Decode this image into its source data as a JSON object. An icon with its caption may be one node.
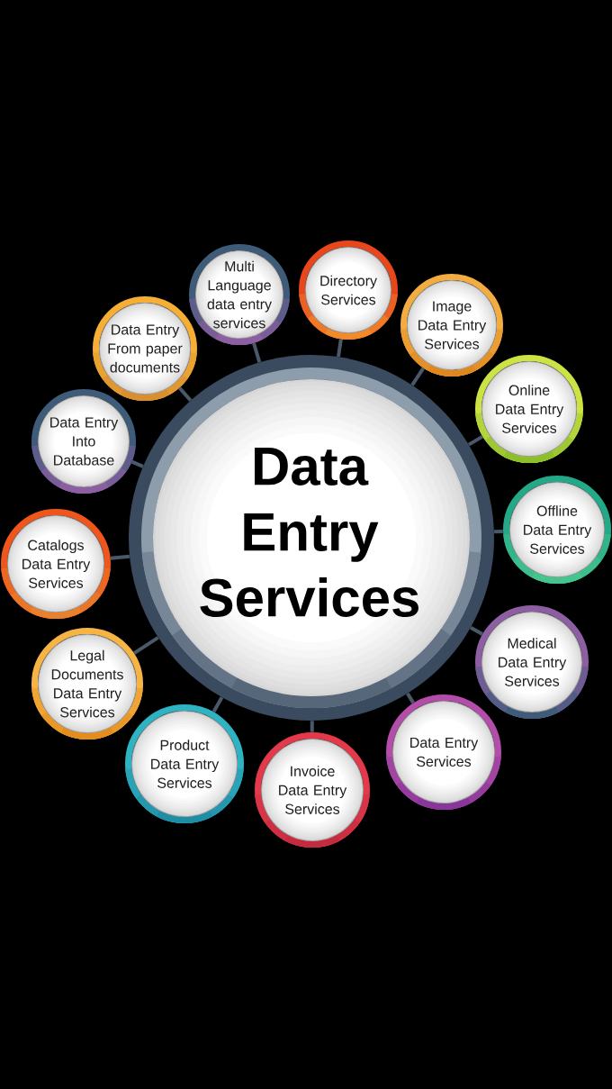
{
  "diagram": {
    "nodes": [
      {
        "text": [
          "Data Entry Services"
        ]
      },
      {
        "text": [
          "Multi Language data entry services"
        ]
      },
      {
        "text": [
          "Directory Services"
        ]
      },
      {
        "text": [
          "Image Data Entry Services"
        ]
      },
      {
        "text": [
          "Online Data Entry Services"
        ]
      },
      {
        "text": [
          "Offline Data Entry Services"
        ]
      },
      {
        "text": [
          "Medical Data Entry Services"
        ]
      },
      {
        "text": [
          "Data Entry Services"
        ]
      },
      {
        "text": [
          "Invoice Data Entry Services"
        ]
      },
      {
        "text": [
          "Product Data Entry Services"
        ]
      },
      {
        "text": [
          "Legal Documents Data Entry Services"
        ]
      },
      {
        "text": [
          "Catalogs Data Entry Services"
        ]
      },
      {
        "text": [
          "Data Entry Into Database"
        ]
      },
      {
        "text": [
          "Data Entry From paper documents"
        ]
      }
    ],
    "edges": [
      {
        "from": 0,
        "to": 1,
        "arrow": "none"
      },
      {
        "from": 0,
        "to": 2,
        "arrow": "none"
      },
      {
        "from": 0,
        "to": 3,
        "arrow": "none"
      },
      {
        "from": 0,
        "to": 4,
        "arrow": "none"
      },
      {
        "from": 0,
        "to": 5,
        "arrow": "none"
      },
      {
        "from": 0,
        "to": 6,
        "arrow": "none"
      },
      {
        "from": 0,
        "to": 7,
        "arrow": "none"
      },
      {
        "from": 0,
        "to": 8,
        "arrow": "none"
      },
      {
        "from": 0,
        "to": 9,
        "arrow": "none"
      },
      {
        "from": 0,
        "to": 10,
        "arrow": "none"
      },
      {
        "from": 0,
        "to": 11,
        "arrow": "none"
      },
      {
        "from": 0,
        "to": 12,
        "arrow": "none"
      },
      {
        "from": 0,
        "to": 13,
        "arrow": "none"
      }
    ]
  }
}
